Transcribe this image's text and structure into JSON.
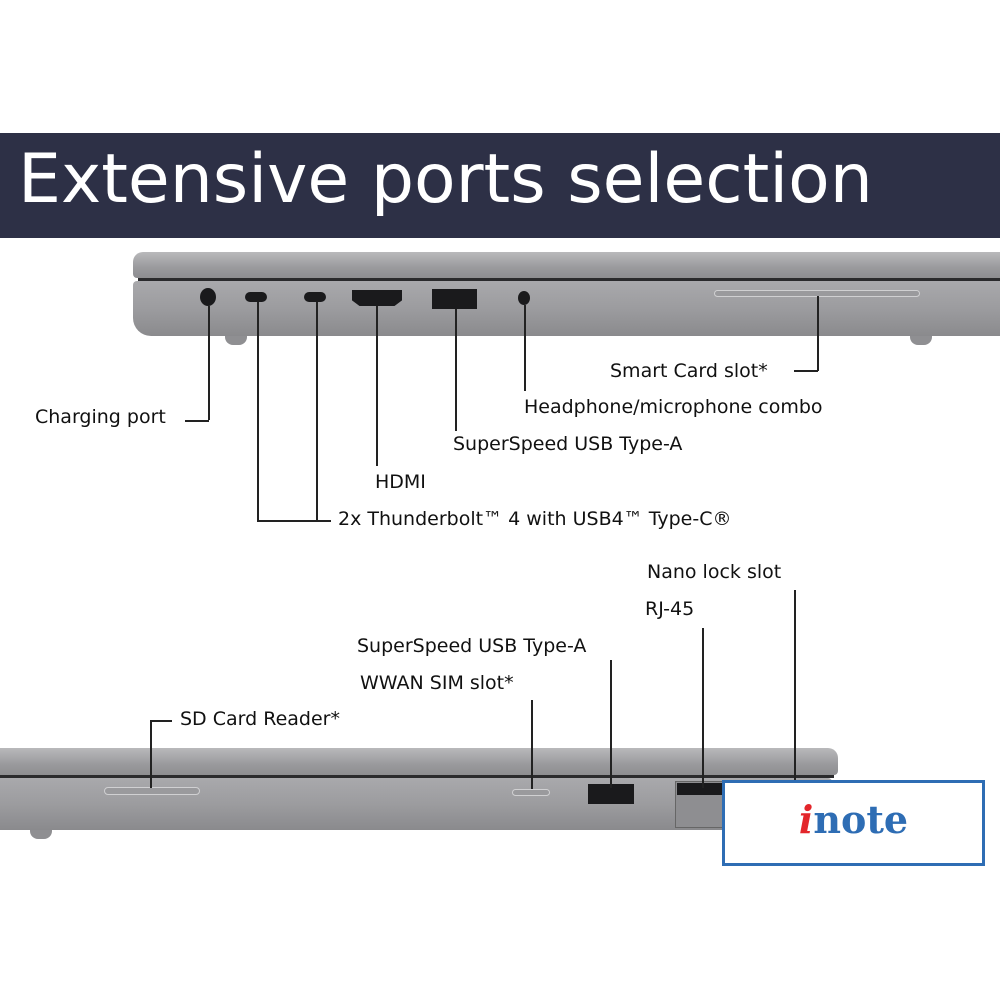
{
  "title": "Extensive ports selection",
  "top_labels": {
    "charging": "Charging port",
    "thunderbolt": "2x Thunderbolt™ 4 with USB4™ Type-C®",
    "hdmi": "HDMI",
    "usb_a": "SuperSpeed USB Type-A",
    "headphone": "Headphone/microphone combo",
    "smart_card": "Smart Card slot*"
  },
  "bottom_labels": {
    "sd": "SD Card Reader*",
    "wwan": "WWAN SIM slot*",
    "usb_a": "SuperSpeed USB Type-A",
    "rj45": "RJ-45",
    "nano_lock": "Nano lock slot"
  },
  "logo": {
    "i": "i",
    "rest": "note"
  },
  "colors": {
    "banner": "#2d3046",
    "logo_blue": "#2e6db4",
    "logo_red": "#e3262b"
  }
}
